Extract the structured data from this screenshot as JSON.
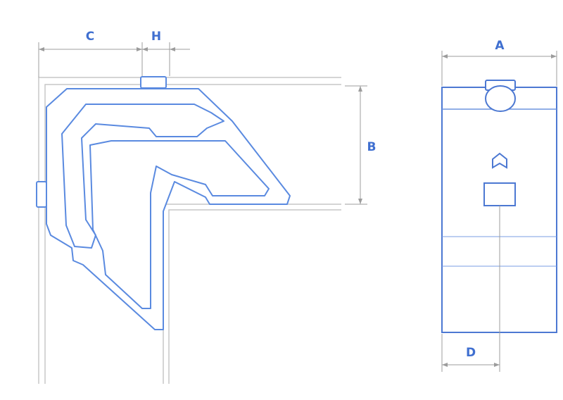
{
  "dimensions": {
    "c": "C",
    "h": "H",
    "b": "B",
    "a": "A",
    "d": "D"
  },
  "colors": {
    "outline": "#5a8ae0",
    "label": "#3f6fd0",
    "dimension_line": "#9c9c9c",
    "wall": "#c7c7c7"
  }
}
